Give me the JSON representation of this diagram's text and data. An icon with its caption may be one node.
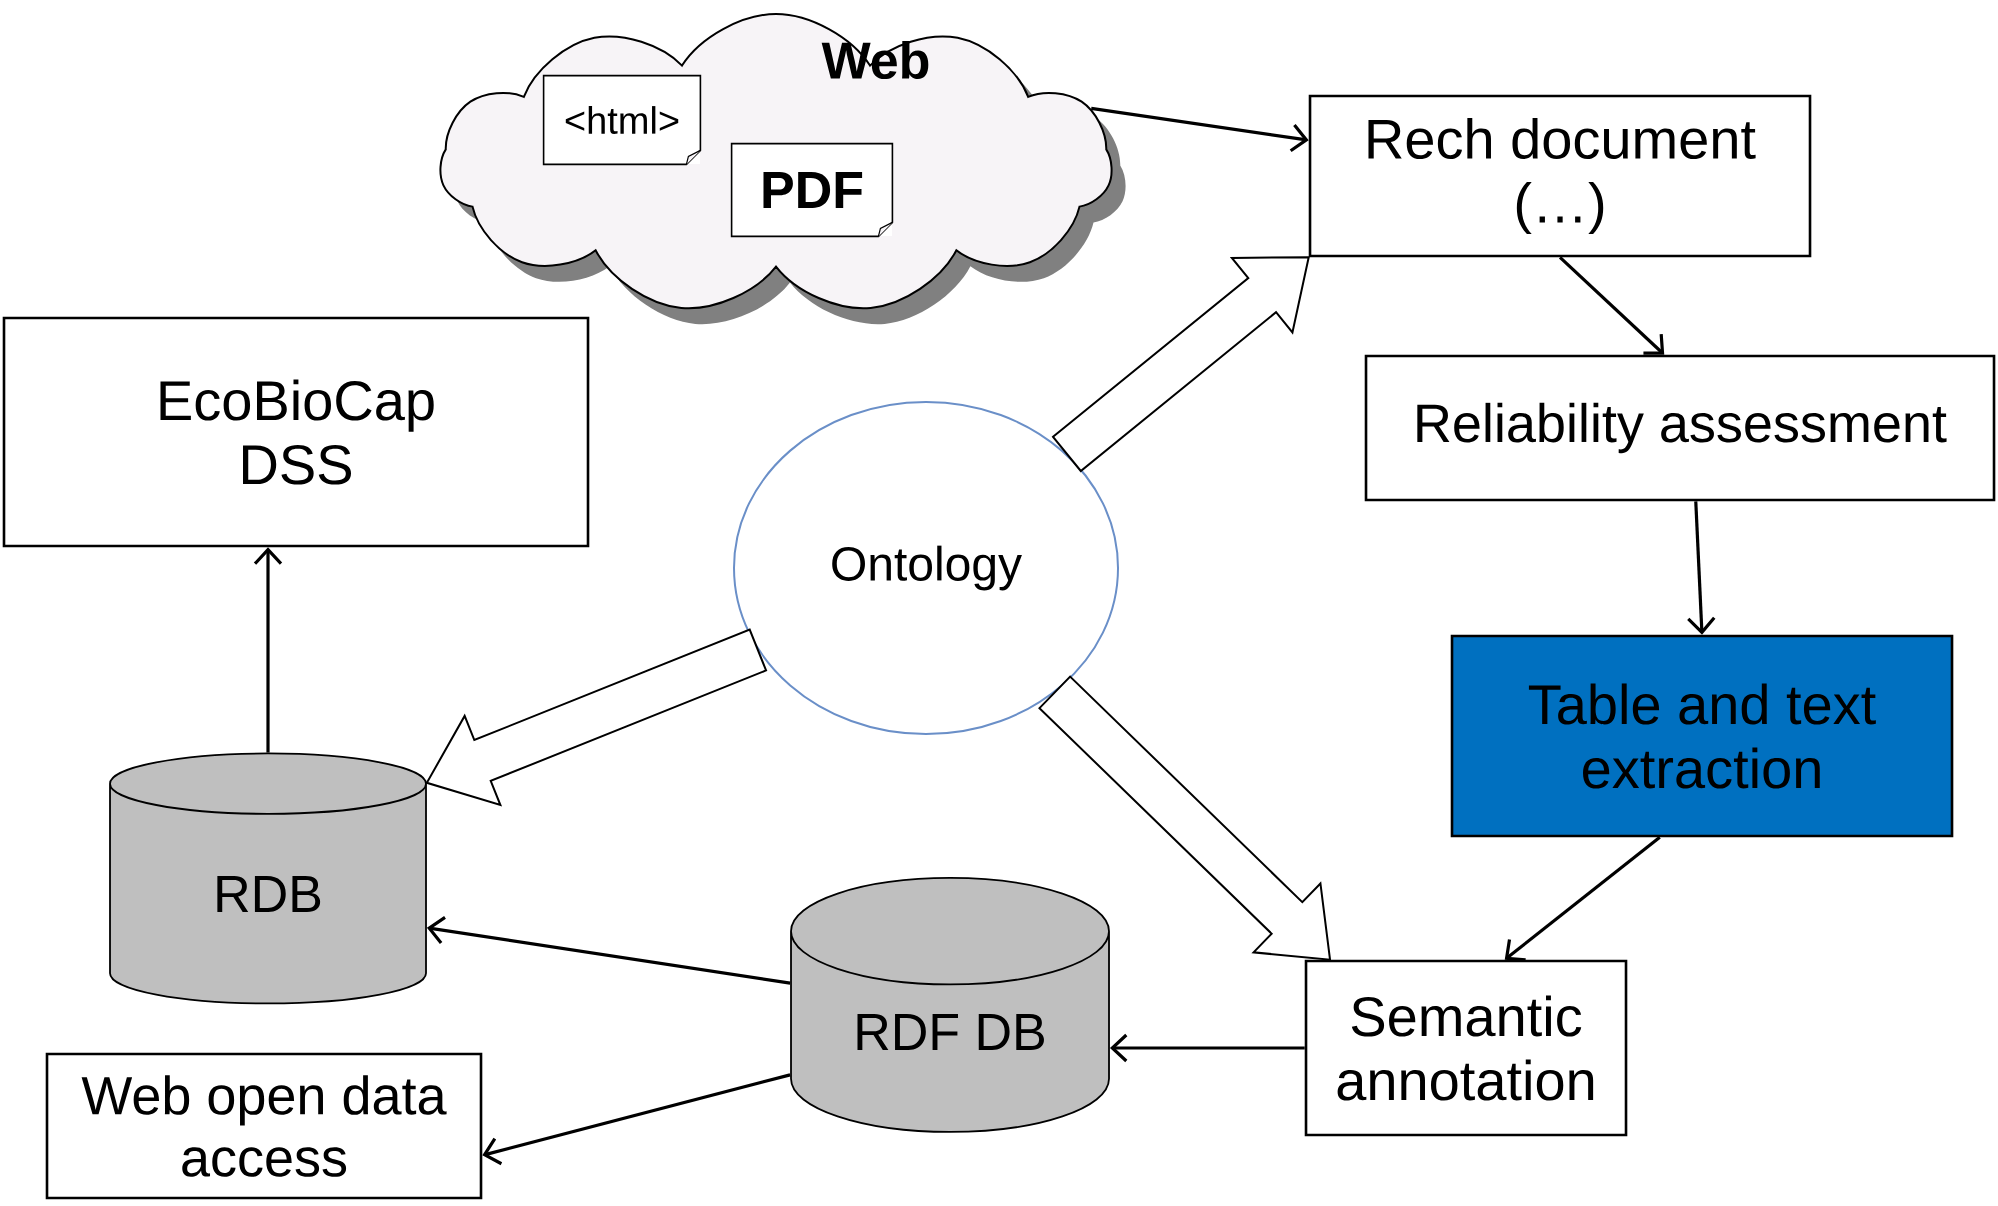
{
  "diagram": {
    "nodes": [
      {
        "text": [
          "Web"
        ]
      },
      {
        "text": [
          "<html>"
        ],
        "in": 0
      },
      {
        "text": [
          "PDF"
        ],
        "in": 0
      },
      {
        "text": [
          "Rech document (…)"
        ]
      },
      {
        "text": [
          "EcoBioCap DSS"
        ]
      },
      {
        "text": [
          "Reliability assessment"
        ]
      },
      {
        "text": [
          "Ontology"
        ]
      },
      {
        "text": [
          "Table and text extraction"
        ]
      },
      {
        "text": [
          "RDB"
        ]
      },
      {
        "text": [
          "Semantic annotation"
        ]
      },
      {
        "text": [
          "RDF DB"
        ]
      },
      {
        "text": [
          "Web open data access"
        ]
      }
    ],
    "edges": [
      {
        "from": 0,
        "to": 3,
        "arrow": "to"
      },
      {
        "from": 3,
        "to": 5,
        "arrow": "to"
      },
      {
        "from": 5,
        "to": 7,
        "arrow": "to"
      },
      {
        "from": 7,
        "to": 9,
        "arrow": "to"
      },
      {
        "from": 9,
        "to": 10,
        "arrow": "to"
      },
      {
        "from": 10,
        "to": 8,
        "arrow": "to"
      },
      {
        "from": 10,
        "to": 11,
        "arrow": "to"
      },
      {
        "from": 8,
        "to": 4,
        "arrow": "to"
      },
      {
        "from": 6,
        "to": 3,
        "arrow": "to",
        "style": "thick"
      },
      {
        "from": 6,
        "to": 9,
        "arrow": "to",
        "style": "thick"
      },
      {
        "from": 6,
        "to": 8,
        "arrow": "to",
        "style": "thick"
      }
    ]
  }
}
